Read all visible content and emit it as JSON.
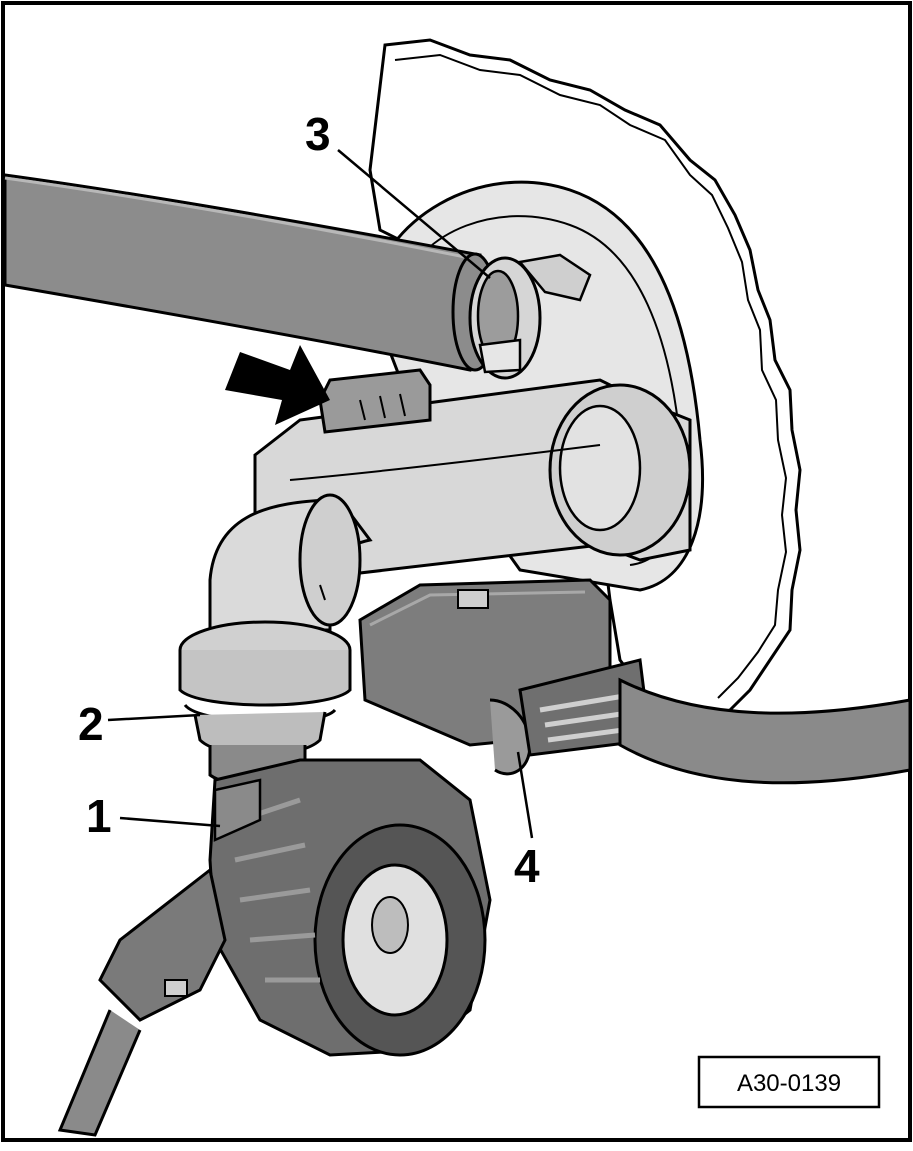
{
  "callouts": [
    {
      "id": "1",
      "label": "1"
    },
    {
      "id": "2",
      "label": "2"
    },
    {
      "id": "3",
      "label": "3"
    },
    {
      "id": "4",
      "label": "4"
    }
  ],
  "figure_ref": "A30-0139",
  "colors": {
    "line": "#000000",
    "background": "#ffffff",
    "light_gray": "#dcdcdc",
    "mid_gray": "#b8b8b8",
    "dark_gray": "#7a7a7a",
    "hose_gray": "#8c8c8c"
  },
  "icons": [
    "direction-arrow-icon"
  ]
}
